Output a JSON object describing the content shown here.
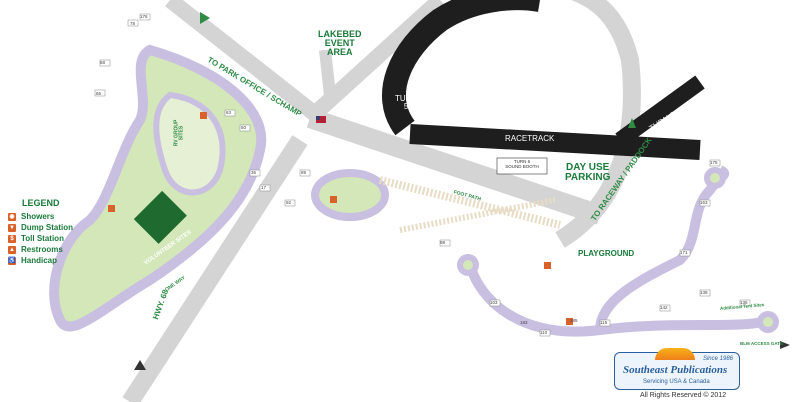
{
  "labels": {
    "lakebed_area": [
      "LAKEBED",
      "EVENT",
      "AREA"
    ],
    "to_park_office": "TO PARK OFFICE / SCHAMP",
    "turn5": [
      "TURN",
      "5"
    ],
    "turn6": "TURN 6",
    "racetrack": "RACETRACK",
    "turn6_booth": [
      "TURN 6",
      "SOUND BOOTH"
    ],
    "day_use": [
      "DAY USE",
      "PARKING"
    ],
    "to_raceway": "TO RACEWAY / PADDOCK",
    "playground": "PLAYGROUND",
    "foot_path": "FOOT PATH",
    "volunteer_sites": "VOLUNTEER SITES",
    "rv_group": [
      "RV GROUP",
      "SITES"
    ],
    "one_way": "ONE WAY",
    "hwy": "HWY. 68",
    "additional_tent": "Additional Tent Sites",
    "blm_gate": "BLM ACCESS GATE"
  },
  "legend": {
    "title": "LEGEND",
    "items": [
      {
        "label": "Showers",
        "icon": "shower-icon"
      },
      {
        "label": "Dump Station",
        "icon": "dump-station-icon"
      },
      {
        "label": "Toll Station",
        "icon": "toll-station-icon"
      },
      {
        "label": "Restrooms",
        "icon": "restroom-icon"
      },
      {
        "label": "Handicap",
        "icon": "handicap-icon"
      }
    ]
  },
  "logo": {
    "since": "Since 1986",
    "name": "Southeast Publications",
    "sub": "Servicing USA & Canada"
  },
  "rights": "All Rights Reserved © 2012",
  "sites": [
    {
      "n": "78"
    },
    {
      "n": "68"
    },
    {
      "n": "65"
    },
    {
      "n": "63"
    },
    {
      "n": "50"
    },
    {
      "n": "36"
    },
    {
      "n": "17"
    },
    {
      "n": "89"
    },
    {
      "n": "92"
    },
    {
      "n": "98"
    },
    {
      "n": "103"
    },
    {
      "n": "110"
    },
    {
      "n": "115"
    },
    {
      "n": "142"
    },
    {
      "n": "138"
    },
    {
      "n": "136"
    },
    {
      "n": "171"
    },
    {
      "n": "163"
    },
    {
      "n": "175"
    },
    {
      "n": "176"
    },
    {
      "n": "185"
    },
    {
      "n": "183"
    }
  ],
  "colors": {
    "road": "#d4d4d4",
    "loop": "#c9bfe0",
    "green_area": "#d3e7b9",
    "racetrack": "#1e1e1e",
    "label_green": "#1a7a3a",
    "service_orange": "#d9622b",
    "blue_brand": "#2a5f9e"
  }
}
